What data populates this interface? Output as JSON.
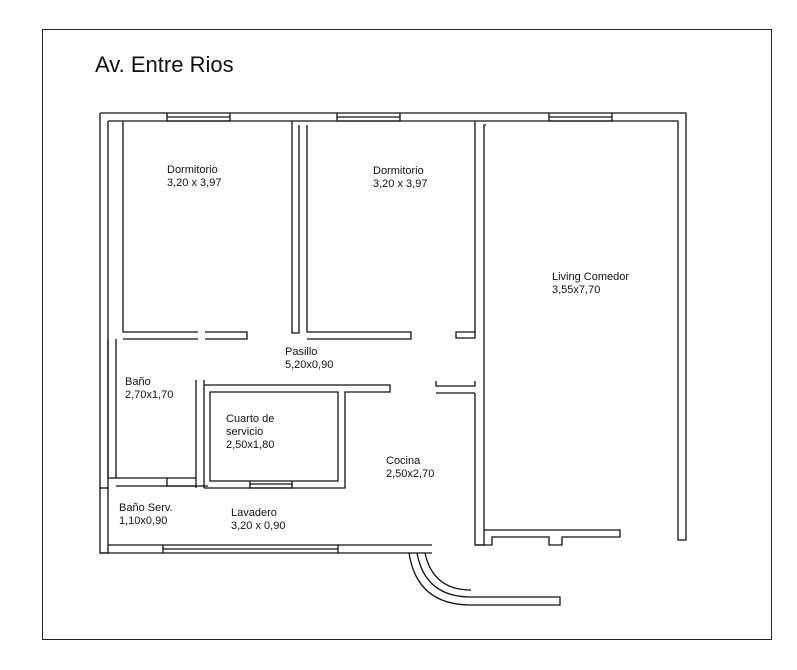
{
  "title": "Av. Entre Rios",
  "rooms": [
    {
      "name": "Dormitorio",
      "size": "3,20 x 3,97"
    },
    {
      "name": "Dormitorio",
      "size": "3,20 x 3,97"
    },
    {
      "name": "Living Comedor",
      "size": "3,55x7,70"
    },
    {
      "name": "Pasillo",
      "size": "5,20x0,90"
    },
    {
      "name": "Baño",
      "size": "2,70x1,70"
    },
    {
      "name": "Cuarto de servicio",
      "size": "2,50x1,80"
    },
    {
      "name": "Cocina",
      "size": "2,50x2,70"
    },
    {
      "name": "Baño Serv.",
      "size": "1,10x0,90"
    },
    {
      "name": "Lavadero",
      "size": "3,20 x 0,90"
    }
  ],
  "colors": {
    "line": "#111111",
    "background": "#ffffff"
  }
}
